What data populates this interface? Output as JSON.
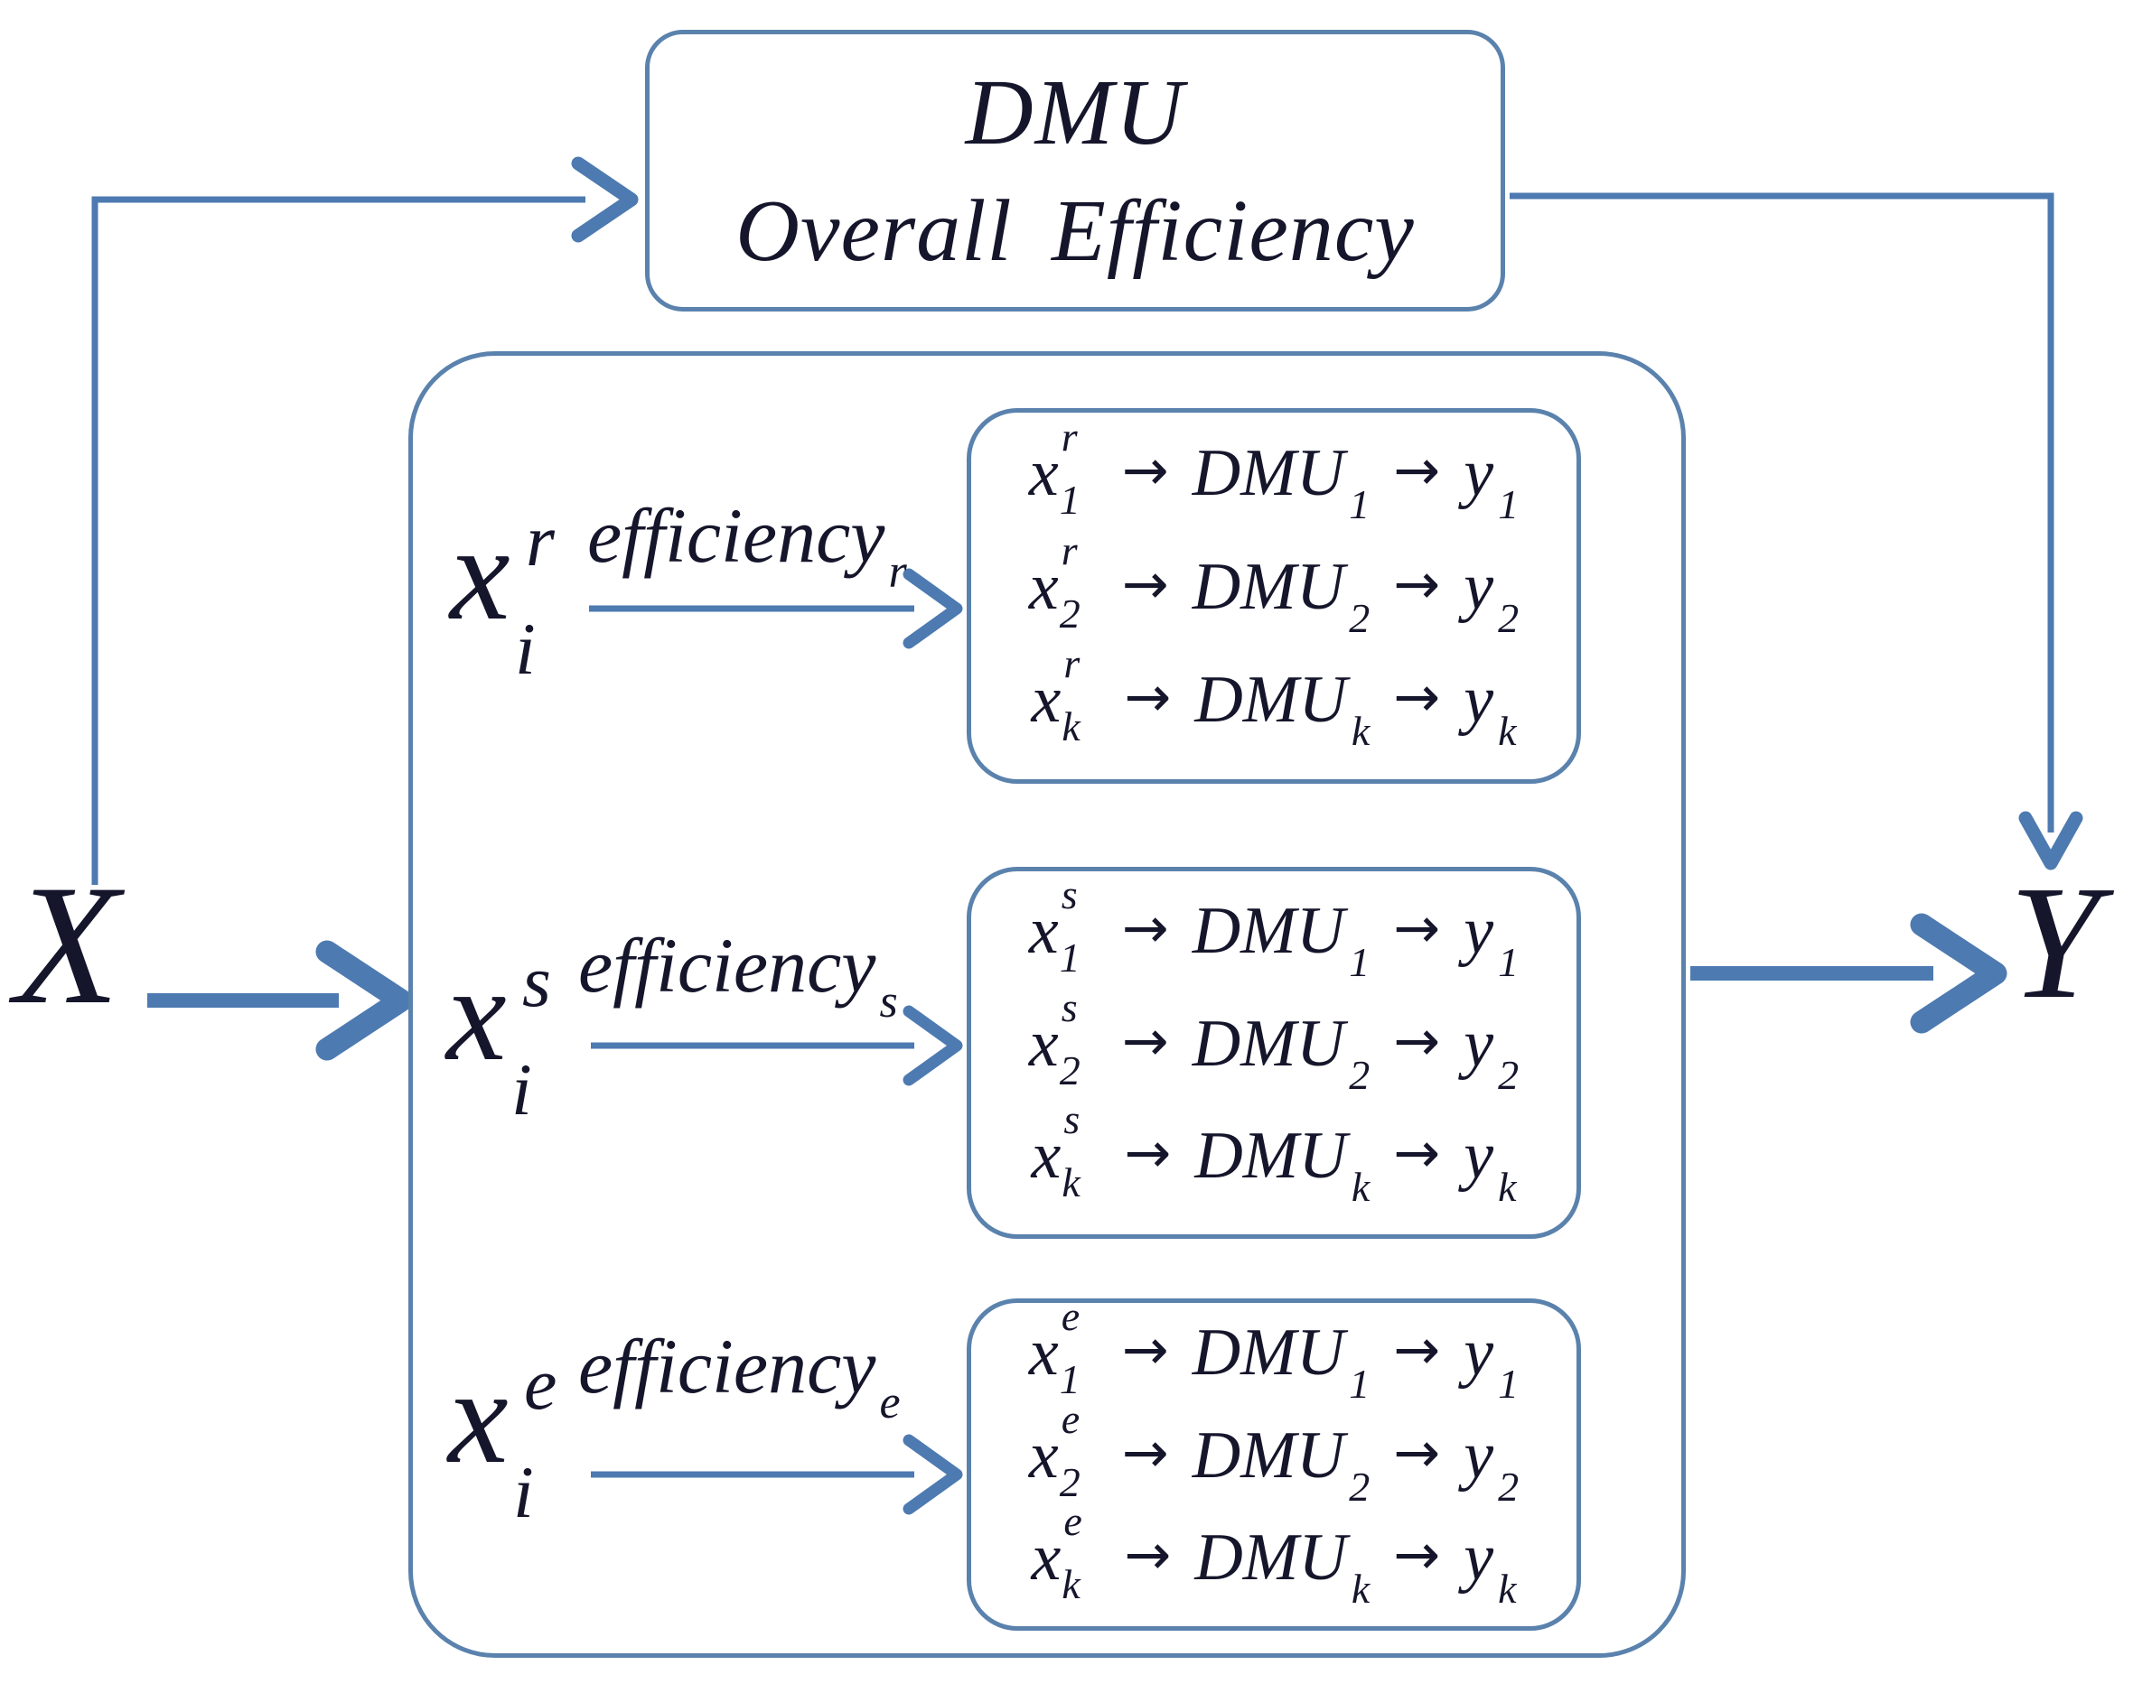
{
  "title_box": {
    "line1": "DMU",
    "line2": "Overall Efficiency"
  },
  "input_label": "X",
  "output_label": "Y",
  "symbols": {
    "arrow": "→",
    "x": "x",
    "y": "y",
    "dmu": "DMU"
  },
  "sections": [
    {
      "id": "r",
      "input": {
        "base": "x",
        "sub": "i",
        "sup": "r"
      },
      "efficiency": {
        "word": "efficiency",
        "sub": "r"
      },
      "rows": [
        {
          "sub": "1"
        },
        {
          "sub": "2"
        },
        {
          "sub": "k"
        }
      ]
    },
    {
      "id": "s",
      "input": {
        "base": "x",
        "sub": "i",
        "sup": "s"
      },
      "efficiency": {
        "word": "efficiency",
        "sub": "s"
      },
      "rows": [
        {
          "sub": "1"
        },
        {
          "sub": "2"
        },
        {
          "sub": "k"
        }
      ]
    },
    {
      "id": "e",
      "input": {
        "base": "x",
        "sub": "i",
        "sup": "e"
      },
      "efficiency": {
        "word": "efficiency",
        "sub": "e"
      },
      "rows": [
        {
          "sub": "1"
        },
        {
          "sub": "2"
        },
        {
          "sub": "k"
        }
      ]
    }
  ],
  "colors": {
    "line": "#4d7ab0",
    "border": "#5a82ad",
    "text": "#15152b",
    "bg": "#ffffff"
  }
}
